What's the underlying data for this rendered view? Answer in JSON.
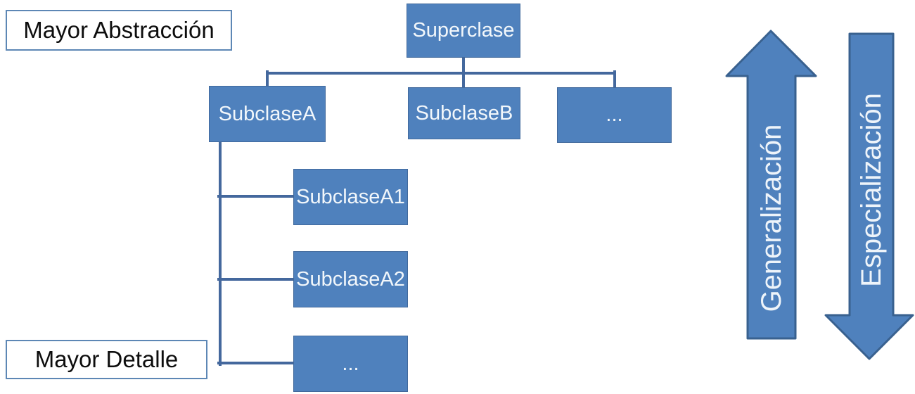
{
  "diagram": {
    "annotations": {
      "top_left": "Mayor Abstracción",
      "bottom_left": "Mayor Detalle"
    },
    "nodes": {
      "superclase": "Superclase",
      "subclaseA": "SubclaseA",
      "subclaseB": "SubclaseB",
      "dots_top": "...",
      "subclaseA1": "SubclaseA1",
      "subclaseA2": "SubclaseA2",
      "dots_bottom": "..."
    },
    "edges": [
      {
        "from": "Superclase",
        "to": "SubclaseA"
      },
      {
        "from": "Superclase",
        "to": "SubclaseB"
      },
      {
        "from": "Superclase",
        "to": "..."
      },
      {
        "from": "SubclaseA",
        "to": "SubclaseA1"
      },
      {
        "from": "SubclaseA",
        "to": "SubclaseA2"
      },
      {
        "from": "SubclaseA",
        "to": "..."
      }
    ],
    "arrows": {
      "up_label": "Generalización",
      "down_label": "Especialización"
    },
    "colors": {
      "node_fill": "#4f81bd",
      "node_border": "#41699c",
      "connector_line": "#44689d",
      "arrow_fill": "#4f81bd",
      "arrow_border": "#39618f",
      "annotation_box_border": "#5d87b5",
      "text_on_blue": "#f2f7fb",
      "annotation_text": "#0d0d0d",
      "background": "#ffffff"
    }
  }
}
